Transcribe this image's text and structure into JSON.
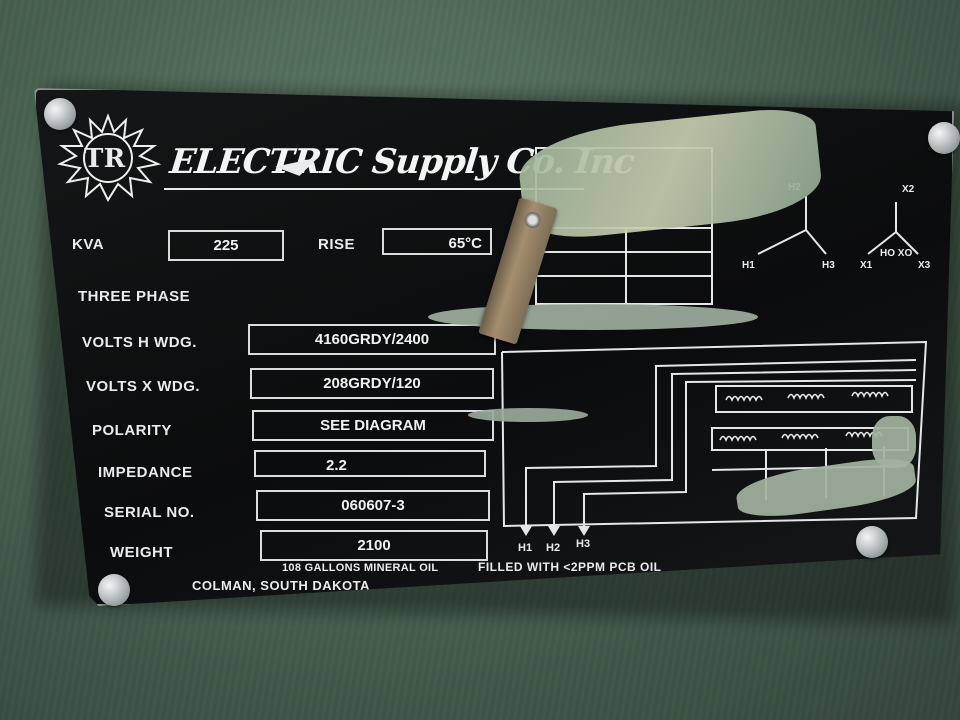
{
  "brand": {
    "logo_text": "TR",
    "name_text": "ELECTRIC Supply Co. Inc"
  },
  "fields": {
    "kva": {
      "label": "KVA",
      "value": "225"
    },
    "rise": {
      "label": "RISE",
      "value": "65°C"
    },
    "phase": {
      "label": "THREE PHASE"
    },
    "volts_h": {
      "label": "VOLTS H WDG.",
      "value": "4160GRDY/2400"
    },
    "volts_x": {
      "label": "VOLTS X WDG.",
      "value": "208GRDY/120"
    },
    "polarity": {
      "label": "POLARITY",
      "value": "SEE DIAGRAM"
    },
    "impedance": {
      "label": "IMPEDANCE",
      "value": "2.2"
    },
    "serial": {
      "label": "SERIAL NO.",
      "value": "060607-3"
    },
    "weight": {
      "label": "WEIGHT",
      "value": "2100"
    }
  },
  "footer": {
    "oil": "108 GALLONS MINERAL OIL",
    "location": "COLMAN, SOUTH DAKOTA",
    "pcb": "FILLED WITH <2PPM PCB OIL"
  },
  "vector_diagram": {
    "h_labels": [
      "H2",
      "H1",
      "H3"
    ],
    "x_labels": [
      "X2",
      "X1",
      "HO XO",
      "X3"
    ]
  },
  "terminal_labels": [
    "H1",
    "H2",
    "H3"
  ],
  "colors": {
    "plate": "#0d0e0f",
    "background": "#4a6352",
    "lettering": "#e9ecec",
    "damage": "#a8b7a3"
  }
}
